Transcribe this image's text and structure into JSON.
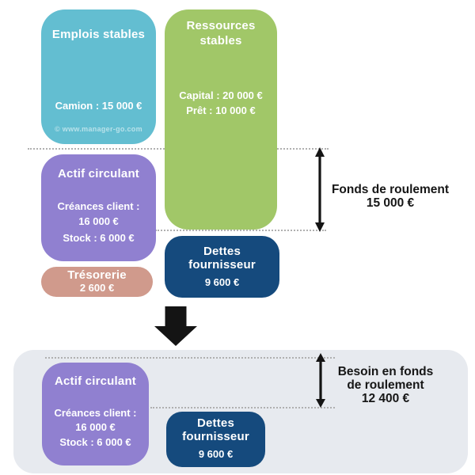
{
  "colors": {
    "teal": "#63bed1",
    "green": "#a1c768",
    "purple": "#9080d0",
    "salmon": "#d09a8c",
    "navy": "#154a7d",
    "gray_panel": "#e7eaef",
    "arrow_black": "#141414",
    "dotted_gray": "#b0b0b0"
  },
  "top": {
    "emplois": {
      "title": "Emplois stables",
      "value": "Camion : 15 000 €",
      "watermark": "© www.manager-go.com"
    },
    "ressources": {
      "title1": "Ressources",
      "title2": "stables",
      "value1": "Capital : 20 000 €",
      "value2": "Prêt : 10 000 €"
    },
    "actif": {
      "title": "Actif circulant",
      "l1": "Créances client :",
      "l2": "16 000 €",
      "l3": "Stock : 6 000 €"
    },
    "tresorerie": {
      "title": "Trésorerie",
      "value": "2 600 €"
    },
    "dettes": {
      "t1": "Dettes",
      "t2": "fournisseur",
      "value": "9 600 €"
    },
    "fdr": {
      "l1": "Fonds de roulement",
      "l2": "15 000 €"
    }
  },
  "bottom": {
    "actif": {
      "title": "Actif circulant",
      "l1": "Créances client :",
      "l2": "16 000 €",
      "l3": "Stock : 6 000 €"
    },
    "dettes": {
      "t1": "Dettes",
      "t2": "fournisseur",
      "value": "9 600 €"
    },
    "bfr": {
      "l1": "Besoin en fonds",
      "l2": "de roulement",
      "l3": "12 400 €"
    }
  }
}
